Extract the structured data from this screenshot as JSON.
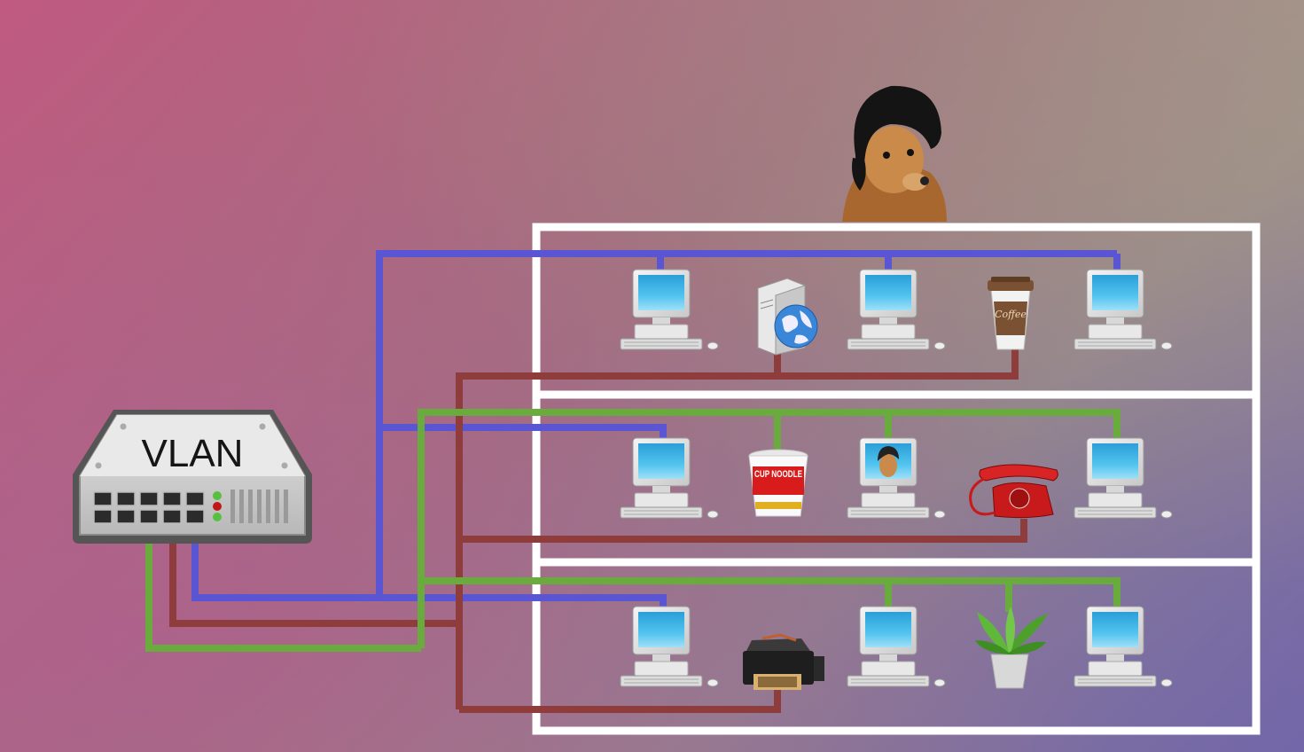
{
  "switch": {
    "label": "VLAN"
  },
  "colors": {
    "blue_vlan": "#5a55d2",
    "red_vlan": "#8e3c3c",
    "green_vlan": "#6aab3e",
    "frame": "#ffffff",
    "switch_body": "#d8d8d8"
  },
  "floors": [
    {
      "devices": [
        "computer",
        "web-server",
        "computer",
        "coffee-cup",
        "computer"
      ]
    },
    {
      "devices": [
        "computer",
        "cup-noodle",
        "computer-with-dog",
        "red-telephone",
        "computer"
      ]
    },
    {
      "devices": [
        "computer",
        "printer",
        "computer",
        "potted-plant",
        "computer"
      ]
    }
  ],
  "decor": {
    "cup_text": "CUP NOODLE",
    "coffee_text": "Coffee"
  }
}
